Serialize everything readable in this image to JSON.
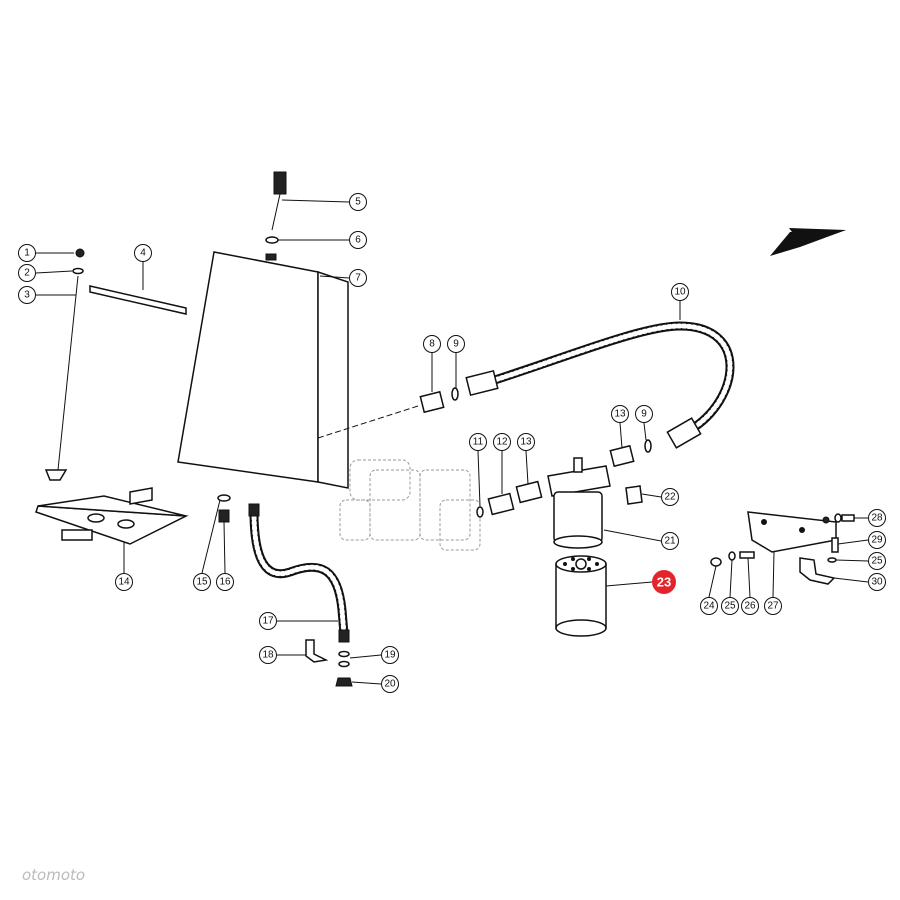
{
  "diagram": {
    "highlight_color": "#e3242b",
    "highlighted_part": "23",
    "watermark": "otomoto",
    "callouts": [
      {
        "id": "1",
        "label": "1"
      },
      {
        "id": "2",
        "label": "2"
      },
      {
        "id": "3",
        "label": "3"
      },
      {
        "id": "4",
        "label": "4"
      },
      {
        "id": "5",
        "label": "5"
      },
      {
        "id": "6",
        "label": "6"
      },
      {
        "id": "7",
        "label": "7"
      },
      {
        "id": "8",
        "label": "8"
      },
      {
        "id": "9a",
        "label": "9"
      },
      {
        "id": "10",
        "label": "10"
      },
      {
        "id": "11",
        "label": "11"
      },
      {
        "id": "12",
        "label": "12"
      },
      {
        "id": "13a",
        "label": "13"
      },
      {
        "id": "13b",
        "label": "13"
      },
      {
        "id": "9b",
        "label": "9"
      },
      {
        "id": "14",
        "label": "14"
      },
      {
        "id": "15",
        "label": "15"
      },
      {
        "id": "16",
        "label": "16"
      },
      {
        "id": "17",
        "label": "17"
      },
      {
        "id": "18",
        "label": "18"
      },
      {
        "id": "19",
        "label": "19"
      },
      {
        "id": "20",
        "label": "20"
      },
      {
        "id": "21",
        "label": "21"
      },
      {
        "id": "22",
        "label": "22"
      },
      {
        "id": "23",
        "label": "23"
      },
      {
        "id": "24",
        "label": "24"
      },
      {
        "id": "25a",
        "label": "25"
      },
      {
        "id": "26",
        "label": "26"
      },
      {
        "id": "27",
        "label": "27"
      },
      {
        "id": "28",
        "label": "28"
      },
      {
        "id": "29",
        "label": "29"
      },
      {
        "id": "25b",
        "label": "25"
      },
      {
        "id": "30",
        "label": "30"
      }
    ]
  }
}
